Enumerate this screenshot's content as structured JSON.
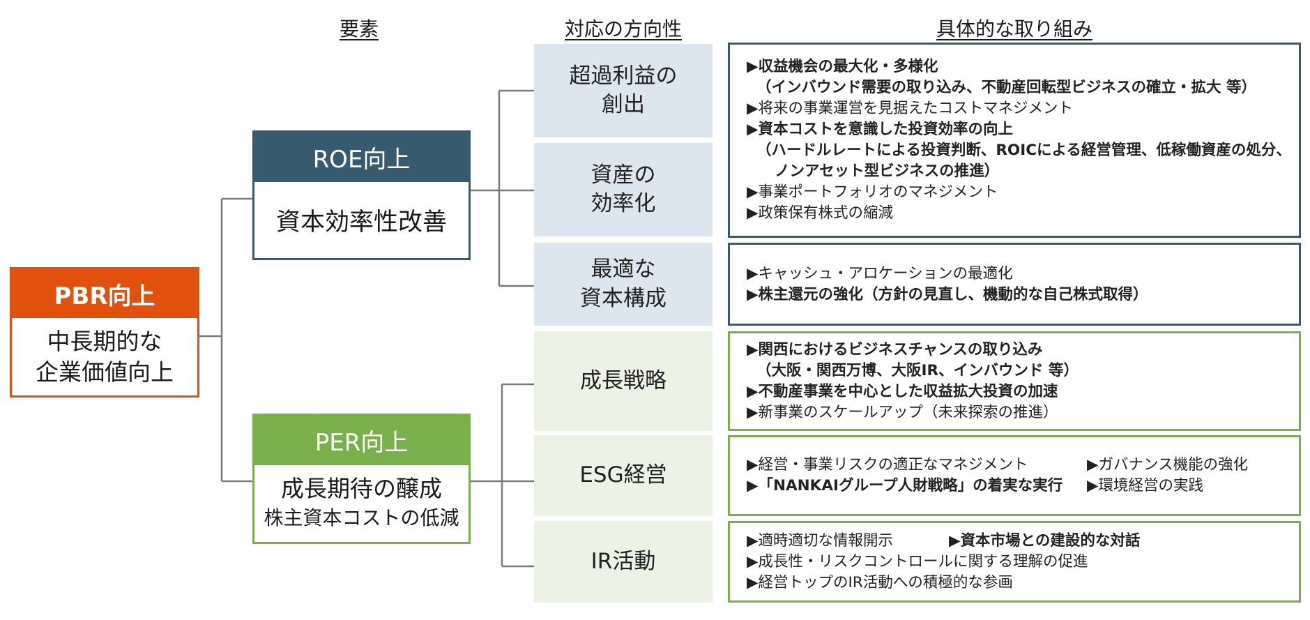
{
  "headers": {
    "elements": "要素",
    "direction": "対応の方向性",
    "initiatives": "具体的な取り組み"
  },
  "pbr": {
    "title": "PBR向上",
    "line1": "中長期的な",
    "line2": "企業価値向上",
    "color": "#e2500e"
  },
  "roe": {
    "title": "ROE向上",
    "body": "資本効率性改善",
    "color": "#375a6e"
  },
  "per": {
    "title": "PER向上",
    "body1": "成長期待の醸成",
    "body2": "株主資本コストの低減",
    "color": "#7ab04c"
  },
  "directions": {
    "d1": {
      "line1": "超過利益の",
      "line2": "創出"
    },
    "d2": {
      "line1": "資産の",
      "line2": "効率化"
    },
    "d3": {
      "line1": "最適な",
      "line2": "資本構成"
    },
    "d4": {
      "line1": "成長戦略"
    },
    "d5": {
      "line1": "ESG経営"
    },
    "d6": {
      "line1": "IR活動"
    }
  },
  "details": {
    "box1": [
      "▶収益機会の最大化・多様化",
      "（インバウンド需要の取り込み、不動産回転型ビジネスの確立・拡大 等）",
      "▶将来の事業運営を見据えたコストマネジメント",
      "▶資本コストを意識した投資効率の向上",
      "（ハードルレートによる投資判断、ROICによる経営管理、低稼働資産の処分、",
      "ノンアセット型ビジネスの推進）",
      "▶事業ポートフォリオのマネジメント",
      "▶政策保有株式の縮減"
    ],
    "box2": [
      "▶キャッシュ・アロケーションの最適化",
      "▶株主還元の強化（方針の見直し、機動的な自己株式取得）"
    ],
    "box3": [
      "▶関西におけるビジネスチャンスの取り込み",
      "（大阪・関西万博、大阪IR、インバウンド 等）",
      "▶不動産事業を中心とした収益拡大投資の加速",
      "▶新事業のスケールアップ（未来探索の推進）"
    ],
    "box4": [
      "▶経営・事業リスクの適正なマネジメント",
      "▶ガバナンス機能の強化",
      "▶「NANKAIグループ人財戦略」の着実な実行",
      "▶環境経営の実践"
    ],
    "box5": [
      "▶適時適切な情報開示",
      "▶資本市場との建設的な対話",
      "▶成長性・リスクコントロールに関する理解の促進",
      "▶経営トップのIR活動への積極的な参画"
    ]
  }
}
